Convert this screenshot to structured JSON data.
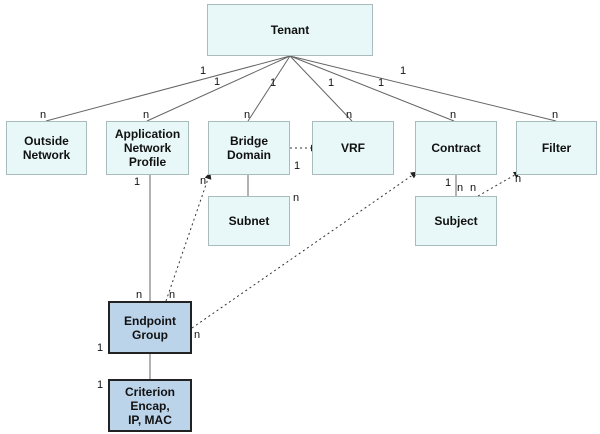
{
  "nodes": {
    "tenant": [
      "Tenant"
    ],
    "outside_network": [
      "Outside",
      "Network"
    ],
    "application_network_profile": [
      "Application",
      "Network",
      "Profile"
    ],
    "bridge_domain": [
      "Bridge",
      "Domain"
    ],
    "vrf": [
      "VRF"
    ],
    "contract": [
      "Contract"
    ],
    "filter": [
      "Filter"
    ],
    "subnet": [
      "Subnet"
    ],
    "subject": [
      "Subject"
    ],
    "endpoint_group": [
      "Endpoint",
      "Group"
    ],
    "criterion": [
      "Criterion",
      "Encap,",
      "IP, MAC"
    ]
  },
  "cardinality": {
    "one": "1",
    "many": "n"
  },
  "colors": {
    "box_fill": "#e8f8f8",
    "highlight_fill": "#bcd4ea",
    "line": "#555555"
  }
}
